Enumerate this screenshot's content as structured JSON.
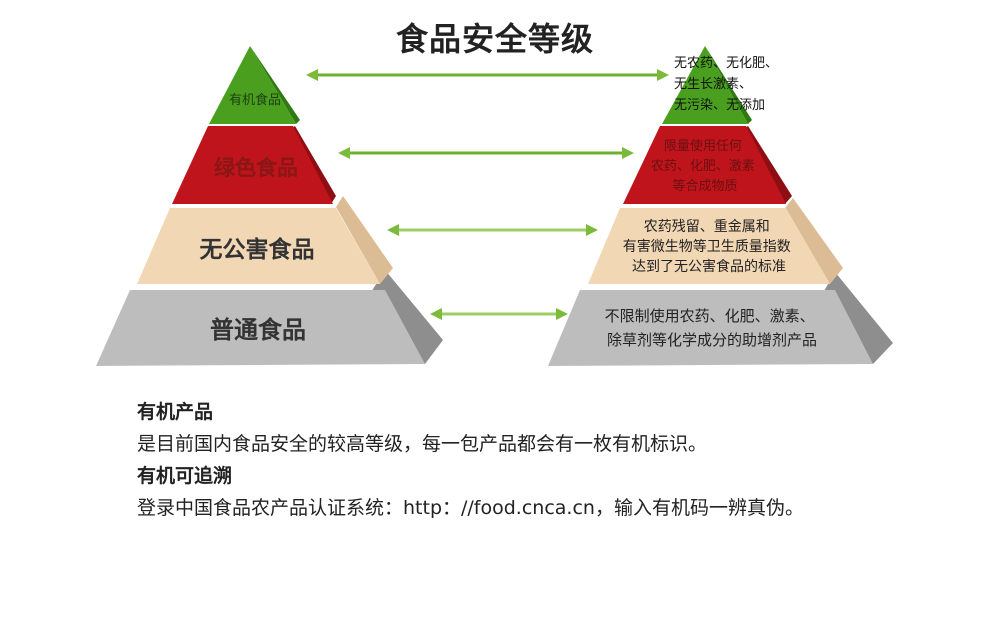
{
  "title": "食品安全等级",
  "left_pyramid": {
    "levels": [
      {
        "label": "有机食品"
      },
      {
        "label": "绿色食品"
      },
      {
        "label": "无公害食品"
      },
      {
        "label": "普通食品"
      }
    ]
  },
  "right_pyramid": {
    "levels": [
      {
        "lines": [
          "无农药、无化肥、",
          "无生长激素、",
          "无污染、无添加"
        ]
      },
      {
        "lines": [
          "限量使用任何",
          "农药、化肥、激素",
          "等合成物质"
        ]
      },
      {
        "lines": [
          "农药残留、重金属和",
          "有害微生物等卫生质量指数",
          "达到了无公害食品的标准"
        ]
      },
      {
        "lines": [
          "不限制使用农药、化肥、激素、",
          "除草剂等化学成分的助增剂产品"
        ]
      }
    ]
  },
  "colors": {
    "organic": "#4aa01e",
    "green": "#c0141c",
    "pollution_free": "#f2d7b4",
    "ordinary": "#bdbdbd",
    "arrow": "#7cba3c"
  },
  "description": {
    "h1": "有机产品",
    "p1": "是目前国内食品安全的较高等级，每一包产品都会有一枚有机标识。",
    "h2": "有机可追溯",
    "p2": "登录中国食品农产品认证系统：http：//food.cnca.cn，输入有机码一辨真伪。"
  }
}
